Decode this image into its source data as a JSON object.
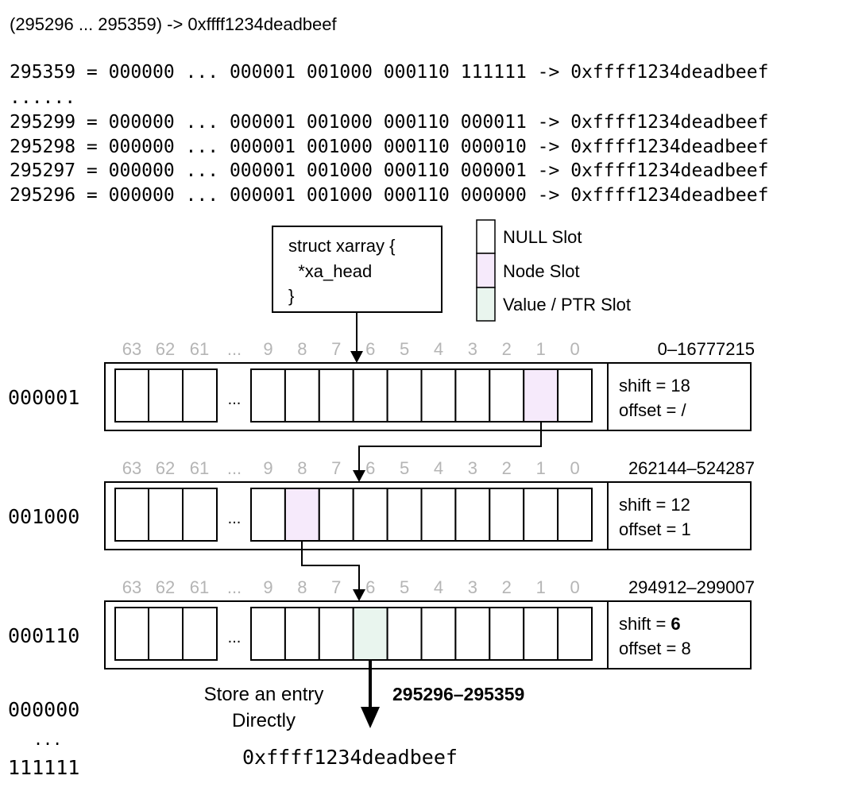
{
  "header": {
    "range_line": "(295296 ... 295359) -> 0xffff1234deadbeef",
    "code_lines": [
      "295359 = 000000 ... 000001 001000 000110 111111 -> 0xffff1234deadbeef",
      "......",
      "295299 = 000000 ... 000001 001000 000110 000011 -> 0xffff1234deadbeef",
      "295298 = 000000 ... 000001 001000 000110 000010 -> 0xffff1234deadbeef",
      "295297 = 000000 ... 000001 001000 000110 000001 -> 0xffff1234deadbeef",
      "295296 = 000000 ... 000001 001000 000110 000000 -> 0xffff1234deadbeef"
    ]
  },
  "struct_box": {
    "lines": [
      "struct xarray {",
      "  *xa_head",
      "}"
    ]
  },
  "legend": [
    {
      "label": "NULL Slot",
      "color": "#ffffff"
    },
    {
      "label": "Node Slot",
      "color": "#f6eafb"
    },
    {
      "label": "Value / PTR Slot",
      "color": "#e9f5ee"
    }
  ],
  "slot_indices": [
    "63",
    "62",
    "61",
    "...",
    "9",
    "8",
    "7",
    "6",
    "5",
    "4",
    "3",
    "2",
    "1",
    "0"
  ],
  "ellipsis": "...",
  "levels": [
    {
      "bits": "000001",
      "range": "0–16777215",
      "shift_label": "shift = ",
      "shift": "18",
      "offset": "offset = /",
      "highlight_slot": 1,
      "highlight_type": "node"
    },
    {
      "bits": "001000",
      "range": "262144–524287",
      "shift_label": "shift = ",
      "shift": "12",
      "offset": "offset = 1",
      "highlight_slot": 8,
      "highlight_type": "node"
    },
    {
      "bits": "000110",
      "range": "294912–299007",
      "shift_label": "shift = ",
      "shift": "6",
      "offset": "offset = 8",
      "highlight_slot": 6,
      "highlight_type": "value"
    }
  ],
  "bottom": {
    "bits_first": "000000",
    "bits_dots": "...",
    "bits_last": "111111",
    "store_line1": "Store an entry",
    "store_line2": "Directly",
    "range": "295296–295359",
    "value": "0xffff1234deadbeef"
  }
}
